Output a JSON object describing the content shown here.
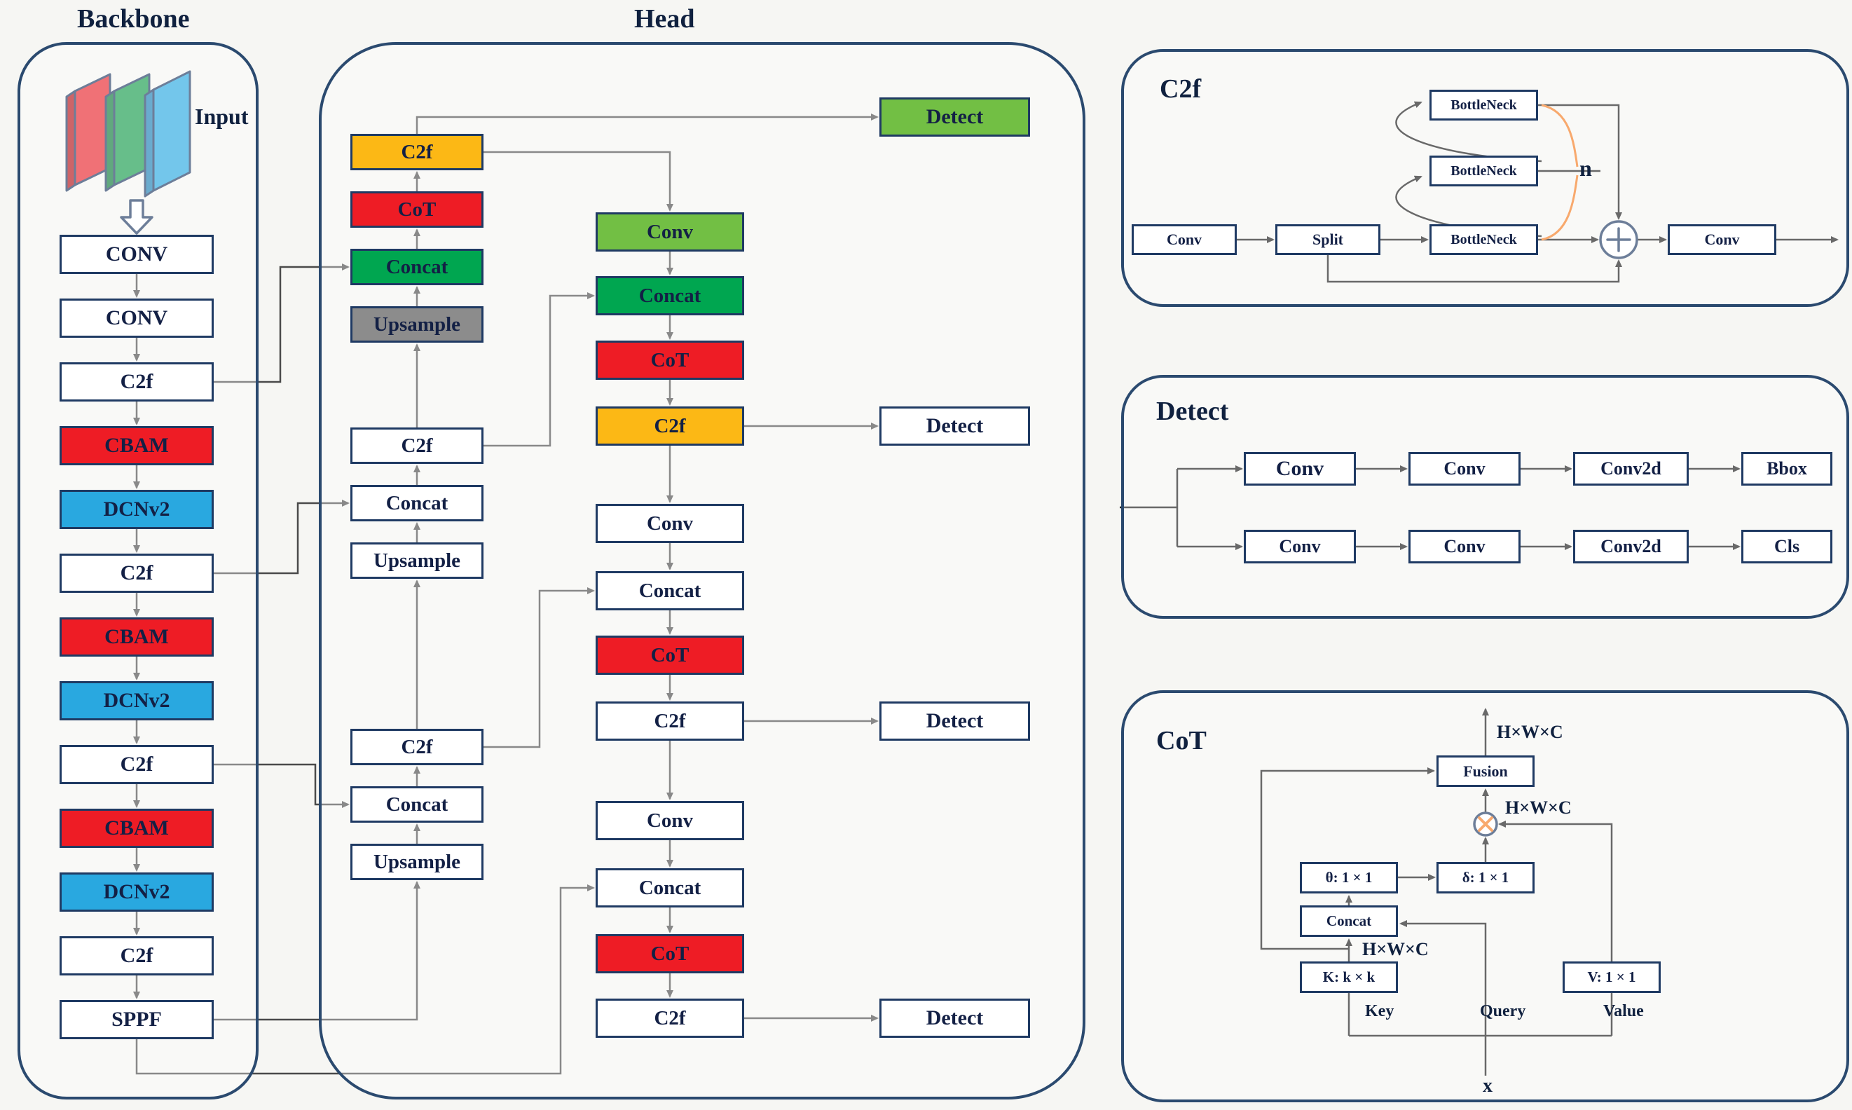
{
  "colors": {
    "white": "#ffffff",
    "red": "#ee1c25",
    "blue": "#29a8e0",
    "yellow": "#fcb815",
    "green": "#00a650",
    "lightgreen": "#72bf44",
    "gray": "#8c8c8c",
    "border": "#1f3a63",
    "panel_border": "#2b4a6f",
    "line_gray": "#4a4a4a",
    "line_black": "#1a1a1a",
    "orange": "#f47b20"
  },
  "backbone": {
    "title": "Backbone",
    "input_label": "Input",
    "nodes": [
      {
        "label": "CONV",
        "color": "white"
      },
      {
        "label": "CONV",
        "color": "white"
      },
      {
        "label": "C2f",
        "color": "white"
      },
      {
        "label": "CBAM",
        "color": "red"
      },
      {
        "label": "DCNv2",
        "color": "blue"
      },
      {
        "label": "C2f",
        "color": "white"
      },
      {
        "label": "CBAM",
        "color": "red"
      },
      {
        "label": "DCNv2",
        "color": "blue"
      },
      {
        "label": "C2f",
        "color": "white"
      },
      {
        "label": "CBAM",
        "color": "red"
      },
      {
        "label": "DCNv2",
        "color": "blue"
      },
      {
        "label": "C2f",
        "color": "white"
      },
      {
        "label": "SPPF",
        "color": "white"
      }
    ]
  },
  "head": {
    "title": "Head",
    "fpn_column": [
      {
        "label": "C2f",
        "color": "yellow"
      },
      {
        "label": "CoT",
        "color": "red"
      },
      {
        "label": "Concat",
        "color": "green"
      },
      {
        "label": "Upsample",
        "color": "gray"
      },
      {
        "label": "C2f",
        "color": "white"
      },
      {
        "label": "Concat",
        "color": "white"
      },
      {
        "label": "Upsample",
        "color": "white"
      },
      {
        "label": "C2f",
        "color": "white"
      },
      {
        "label": "Concat",
        "color": "white"
      },
      {
        "label": "Upsample",
        "color": "white"
      }
    ],
    "pan_column": [
      {
        "label": "Conv",
        "color": "lightgreen"
      },
      {
        "label": "Concat",
        "color": "green"
      },
      {
        "label": "CoT",
        "color": "red"
      },
      {
        "label": "C2f",
        "color": "yellow"
      },
      {
        "label": "Conv",
        "color": "white"
      },
      {
        "label": "Concat",
        "color": "white"
      },
      {
        "label": "CoT",
        "color": "red"
      },
      {
        "label": "C2f",
        "color": "white"
      },
      {
        "label": "Conv",
        "color": "white"
      },
      {
        "label": "Concat",
        "color": "white"
      },
      {
        "label": "CoT",
        "color": "red"
      },
      {
        "label": "C2f",
        "color": "white"
      }
    ],
    "detect_boxes": [
      {
        "label": "Detect",
        "color": "lightgreen"
      },
      {
        "label": "Detect",
        "color": "white"
      },
      {
        "label": "Detect",
        "color": "white"
      },
      {
        "label": "Detect",
        "color": "white"
      }
    ]
  },
  "c2f_module": {
    "title": "C2f",
    "conv_in": "Conv",
    "split": "Split",
    "bottleneck_top": "BottleNeck",
    "bottleneck_mid": "BottleNeck",
    "bottleneck_bottom": "BottleNeck",
    "conv_out": "Conv",
    "repeat_label": "n",
    "sum_symbol": "⊕"
  },
  "detect_module": {
    "title": "Detect",
    "rows": [
      {
        "cells": [
          "Conv",
          "Conv",
          "Conv2d",
          "Bbox"
        ]
      },
      {
        "cells": [
          "Conv",
          "Conv",
          "Conv2d",
          "Cls"
        ]
      }
    ]
  },
  "cot_module": {
    "title": "CoT",
    "fusion": "Fusion",
    "theta": "θ: 1 × 1",
    "delta": "δ: 1 × 1",
    "concat": "Concat",
    "key_conv": "K: k × k",
    "value_conv": "V: 1 × 1",
    "multiply_symbol": "⊗",
    "dim_out": "H×W×C",
    "dim_mul": "H×W×C",
    "dim_key": "H×W×C",
    "key_label": "Key",
    "query_label": "Query",
    "value_label": "Value",
    "input_label": "x"
  }
}
